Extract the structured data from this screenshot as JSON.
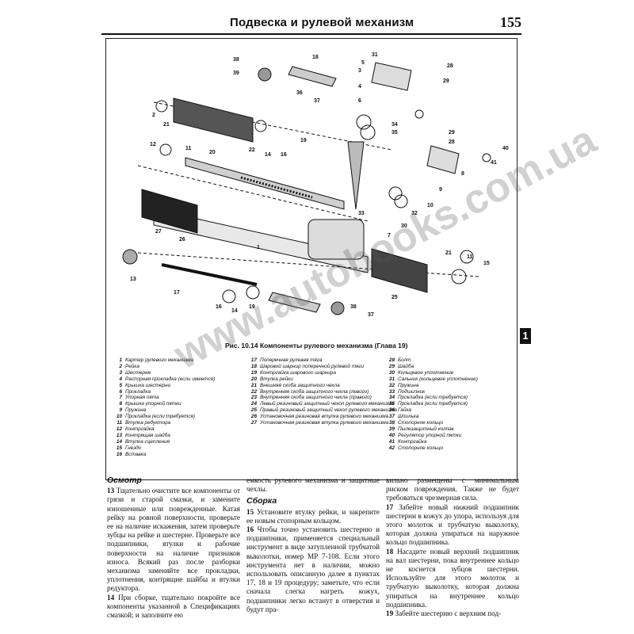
{
  "header": {
    "title": "Подвеска и рулевой механизм",
    "page_number": "155"
  },
  "side_tab": "1",
  "figure": {
    "caption": "Рис. 10.14 Компоненты рулевого механизма (Глава 19)",
    "labels": [
      "38",
      "18",
      "31",
      "5",
      "28",
      "39",
      "3",
      "29",
      "4",
      "6",
      "36",
      "37",
      "21",
      "2",
      "34",
      "35",
      "19",
      "22",
      "14",
      "16",
      "29",
      "28",
      "12",
      "40",
      "11",
      "20",
      "41",
      "8",
      "9",
      "10",
      "32",
      "33",
      "27",
      "26",
      "30",
      "1",
      "7",
      "21",
      "11",
      "15",
      "13",
      "17",
      "25",
      "38",
      "16",
      "14",
      "19",
      "37"
    ],
    "legend_col1": [
      {
        "n": "1",
        "t": "Картер рулевого механизма"
      },
      {
        "n": "2",
        "t": "Рейка"
      },
      {
        "n": "3",
        "t": "Шестерня"
      },
      {
        "n": "4",
        "t": "Распорная прокладка (если имеется)"
      },
      {
        "n": "5",
        "t": "Крышка шестерни"
      },
      {
        "n": "6",
        "t": "Прокладка"
      },
      {
        "n": "7",
        "t": "Упорная пята"
      },
      {
        "n": "8",
        "t": "Крышка упорной пятки"
      },
      {
        "n": "9",
        "t": "Пружина"
      },
      {
        "n": "10",
        "t": "Прокладка (если требуется)"
      },
      {
        "n": "11",
        "t": "Втулка редуктора"
      },
      {
        "n": "12",
        "t": "Контргайка"
      },
      {
        "n": "13",
        "t": "Контрящая шайба"
      },
      {
        "n": "14",
        "t": "Втулка сцепления"
      },
      {
        "n": "15",
        "t": "Гнездо"
      },
      {
        "n": "16",
        "t": "Вставка"
      }
    ],
    "legend_col2": [
      {
        "n": "17",
        "t": "Поперечная рулевая тяга"
      },
      {
        "n": "18",
        "t": "Шаровой шарнир поперечной рулевой тяги"
      },
      {
        "n": "19",
        "t": "Контргайка шарового шарнира"
      },
      {
        "n": "20",
        "t": "Втулка рейки"
      },
      {
        "n": "21",
        "t": "Внешняя скоба защитного чехла"
      },
      {
        "n": "22",
        "t": "Внутренняя скоба защитного чехла (левого)"
      },
      {
        "n": "23",
        "t": "Внутренняя скоба защитного чехла (правого)"
      },
      {
        "n": "24",
        "t": "Левый резиновый защитный чехол рулевого механизма"
      },
      {
        "n": "25",
        "t": "Правый резиновый защитный чехол рулевого механизма"
      },
      {
        "n": "26",
        "t": "Установочная резиновая втулка рулевого механизма"
      },
      {
        "n": "27",
        "t": "Установочная резиновая втулка рулевого механизма"
      }
    ],
    "legend_col3": [
      {
        "n": "28",
        "t": "Болт"
      },
      {
        "n": "29",
        "t": "Шайба"
      },
      {
        "n": "30",
        "t": "Кольцевое уплотнение"
      },
      {
        "n": "31",
        "t": "Сальник (кольцевое уплотнение)"
      },
      {
        "n": "32",
        "t": "Пружина"
      },
      {
        "n": "33",
        "t": "Подшипник"
      },
      {
        "n": "34",
        "t": "Прокладка (если требуется)"
      },
      {
        "n": "35",
        "t": "Прокладка (если требуется)"
      },
      {
        "n": "36",
        "t": "Гайка"
      },
      {
        "n": "37",
        "t": "Шпилька"
      },
      {
        "n": "38",
        "t": "Стопорное кольцо"
      },
      {
        "n": "39",
        "t": "Пылезащитный колпак"
      },
      {
        "n": "40",
        "t": "Регулятор упорной пятки"
      },
      {
        "n": "41",
        "t": "Контргайка"
      },
      {
        "n": "42",
        "t": "Стопорное кольцо"
      }
    ]
  },
  "watermark": "www.autobooks.com.ua",
  "columns": {
    "col1": {
      "section_title": "Осмотр",
      "paras": [
        {
          "num": "13",
          "text": "Тщательно очистите все компоненты от грязи и старой смазки, и замените изношенные или поврежденные. Катая рейку на ровной поверхности, проверьте ее на наличие искажения, затем проверьте зубцы на рейке и шестерне. Проверьте все подшипники, втулки и рабочие поверхности на наличие признаков износа. Всякий раз после разборки механизма заменяйте все прокладки, уплотнения, контрящие шайбы и втулки редуктора."
        },
        {
          "num": "14",
          "text": "При сборке, тщательно покройте все компоненты указанной в Спецификациях смазкой; и заполните ею"
        }
      ]
    },
    "col2": {
      "lead": "емкость рулевого механизма и защитные чехлы.",
      "section_title": "Сборка",
      "paras": [
        {
          "num": "15",
          "text": "Установите втулку рейки, и закрепите ее новым стопорным кольцом."
        },
        {
          "num": "16",
          "text": "Чтобы точно установить шестерню и подшипники, применяется специальный инструмент в виде затупленной трубчатой выколотки, номер МР 7-108. Если этого инструмента нет в наличии, можно использовать описанную далее в пунктах 17, 18 и 19 процедуру; заметьте, что если сначала слегка нагреть кожух, подшипники легко встанут в отверстия и будут пра-"
        }
      ]
    },
    "col3": {
      "lead": "вильно размещены с минимальным риском повреждения. Также не будет требоваться чрезмерная сила.",
      "paras": [
        {
          "num": "17",
          "text": "Забейте новый нижний подшипник шестерни в кожух до упора, используя для этого молоток и трубчатую выколотку, которая должна упираться на наружное кольцо подшипника."
        },
        {
          "num": "18",
          "text": "Насадите новый верхний подшипник на вал шестерни, пока внутреннее кольцо не коснется зубцов шестерни. Используйте для этого молоток и трубчатую выколотку, которая должна упираться на внутреннее кольцо подшипника."
        },
        {
          "num": "19",
          "text": "Забейте шестерню с верхним под-"
        }
      ]
    }
  }
}
